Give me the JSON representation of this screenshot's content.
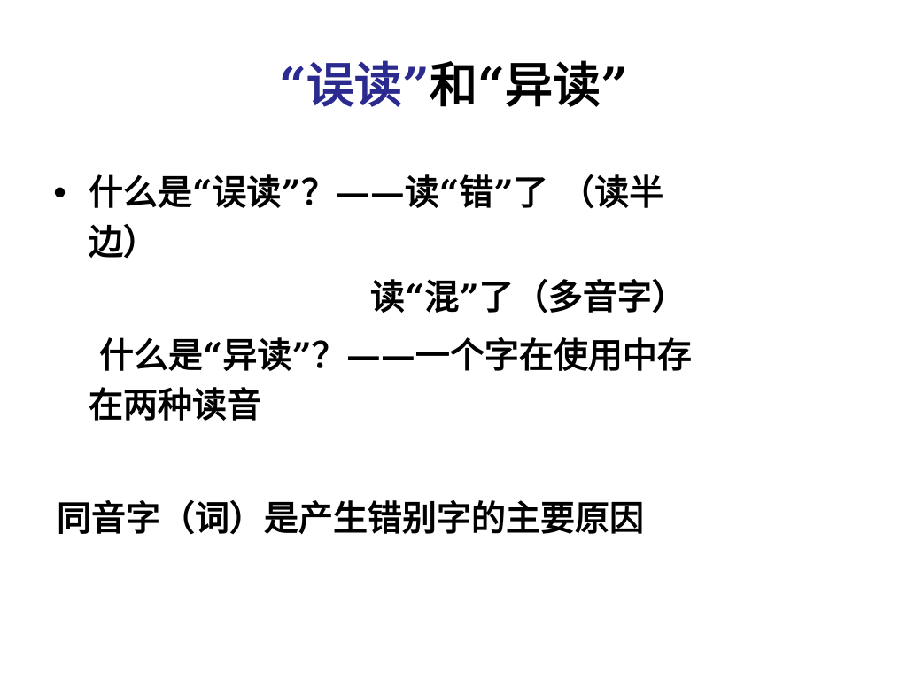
{
  "slide": {
    "title_accent": "“误读”",
    "title_rest": "和“异读”",
    "bullet_symbol": "•",
    "lines": [
      "什么是“误读”？——读“错”了 （读半",
      "边）",
      "读“混”了（多音字）",
      "什么是“异读”？——一个字在使用中存",
      "在两种读音",
      "同音字（词）是产生错别字的主要原因"
    ]
  },
  "colors": {
    "title_accent": "#2b2b8f",
    "text": "#000000",
    "background": "#ffffff"
  }
}
